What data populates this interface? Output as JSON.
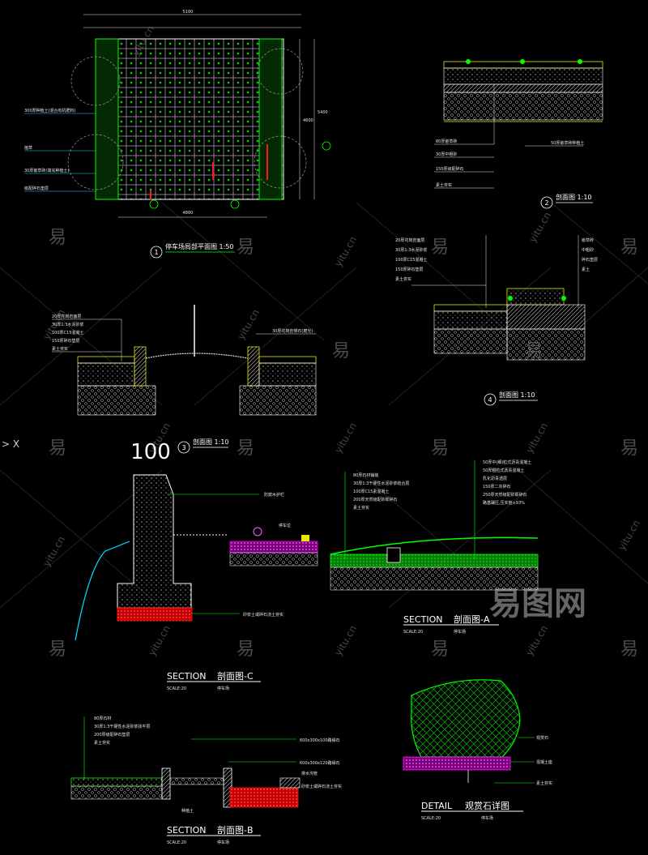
{
  "drawings": {
    "plan": {
      "dim_top": "5100",
      "dim_bottom": "4800",
      "dim_right": "4600",
      "dim_right_2": "5400",
      "notes": [
        "300厚种植土(混合有机肥料)",
        "植草",
        "30厚嵌草砖(填充种植土)",
        "级配碎石垫层"
      ],
      "title": "停车场局部平面图 1:50",
      "marker": "1"
    },
    "section2": {
      "notes": [
        "80厚嵌草砖",
        "30厚中粗砂",
        "150厚级配碎石",
        "素土夯实"
      ],
      "note_right": "50厚嵌草砖种植土",
      "title": "剖面图 1:10",
      "marker": "2"
    },
    "section3": {
      "notes": [
        "20厚花岗岩面层",
        "30厚1:3水泥砂浆",
        "100厚C15混凝土",
        "150厚碎石垫层",
        "素土夯实"
      ],
      "note_right": "30厚花岗岩侧石(磨光)",
      "title": "剖面图 1:10",
      "marker": "3"
    },
    "section4": {
      "notes_left": [
        "20厚花岗岩面层",
        "30厚1:3水泥砂浆",
        "100厚C15混凝土",
        "150厚碎石垫层",
        "素土夯实"
      ],
      "notes_right": [
        "嵌草砖",
        "中粗砂",
        "碎石垫层",
        "素土"
      ],
      "title": "剖面图 1:10",
      "marker": "4"
    },
    "sectionC": {
      "dim_top": "100",
      "label_right": "防腐木护栏",
      "label_bar": "停车位",
      "label_bottom": "砂浆土或碎石浇土夯实",
      "title_en": "SECTION",
      "title_cn": "剖面图-C",
      "scale": "SCALE:20",
      "subtitle": "停车场"
    },
    "sectionA": {
      "notes_left": [
        "80厚石材铺装",
        "30厚1:3干硬性水泥砂浆结合层",
        "100厚C15素混凝土",
        "200厚天然级配砂砾碎石",
        "素土夯实"
      ],
      "notes_right": [
        "50厚中(细)粒式沥青混凝土",
        "50厚粗粒式沥青混凝土",
        "乳化沥青透层",
        "150厚二灰碎石",
        "250厚天然级配砂砾碎石",
        "路基碾压,压实度≥93%"
      ],
      "title_en": "SECTION",
      "title_cn": "剖面图-A",
      "scale": "SCALE:20",
      "subtitle": "停车场"
    },
    "sectionB": {
      "notes": [
        "80厚石材",
        "30厚1:3干硬性水泥砂浆找平层",
        "200厚级配碎石垫层",
        "素土夯实"
      ],
      "label_r1": "600x300x100路缘石",
      "label_r2": "600x300x120路缘石",
      "label_r3": "排水沟管",
      "label_r4": "砂浆土或碎石浇土夯实",
      "label_l": "种植土",
      "title_en": "SECTION",
      "title_cn": "剖面图-B",
      "scale": "SCALE:20",
      "subtitle": "停车场"
    },
    "detail": {
      "labels": [
        "观赏石",
        "混凝土座",
        "素土夯实"
      ],
      "title_en": "DETAIL",
      "title_cn": "观赏石详图",
      "scale": "SCALE:20",
      "subtitle": "停车场"
    }
  },
  "watermark": {
    "char": "易",
    "url": "yitu.cn",
    "brand": "易图网"
  },
  "cursor_text": "> X",
  "colors": {
    "background": "#000000",
    "green": "#00ff00",
    "yellow": "#e8e800",
    "cyan": "#00e5ff",
    "red": "#ff1a1a",
    "magenta": "#ff00ff",
    "white": "#ffffff",
    "gray": "#9a9a9a"
  }
}
